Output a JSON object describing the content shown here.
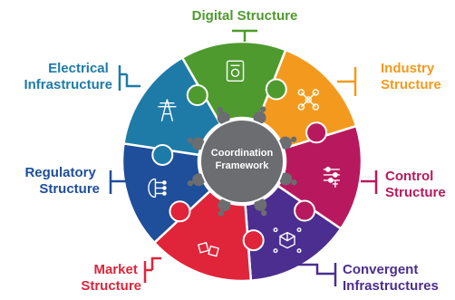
{
  "center": {
    "line1": "Coordination",
    "line2": "Framework"
  },
  "segments": [
    {
      "id": "digital",
      "color": "#4E9A2F",
      "icon": "gear-document-icon",
      "label_lines": [
        "Digital Structure"
      ]
    },
    {
      "id": "industry",
      "color": "#F39A1E",
      "icon": "network-nodes-icon",
      "label_lines": [
        "Industry",
        "Structure"
      ]
    },
    {
      "id": "control",
      "color": "#B8195E",
      "icon": "control-sliders-icon",
      "label_lines": [
        "Control",
        "Structure"
      ]
    },
    {
      "id": "convergent",
      "color": "#4B2E8F",
      "icon": "connected-cube-icon",
      "label_lines": [
        "Convergent",
        "Infrastructures"
      ]
    },
    {
      "id": "market",
      "color": "#E0243A",
      "icon": "boxes-icon",
      "label_lines": [
        "Market",
        "Structure"
      ]
    },
    {
      "id": "regulatory",
      "color": "#1F4E9A",
      "icon": "circuit-brain-icon",
      "label_lines": [
        "Regulatory",
        "Structure"
      ]
    },
    {
      "id": "electrical",
      "color": "#1E7BA8",
      "icon": "transmission-tower-icon",
      "label_lines": [
        "Electrical",
        "Infrastructure"
      ]
    }
  ]
}
